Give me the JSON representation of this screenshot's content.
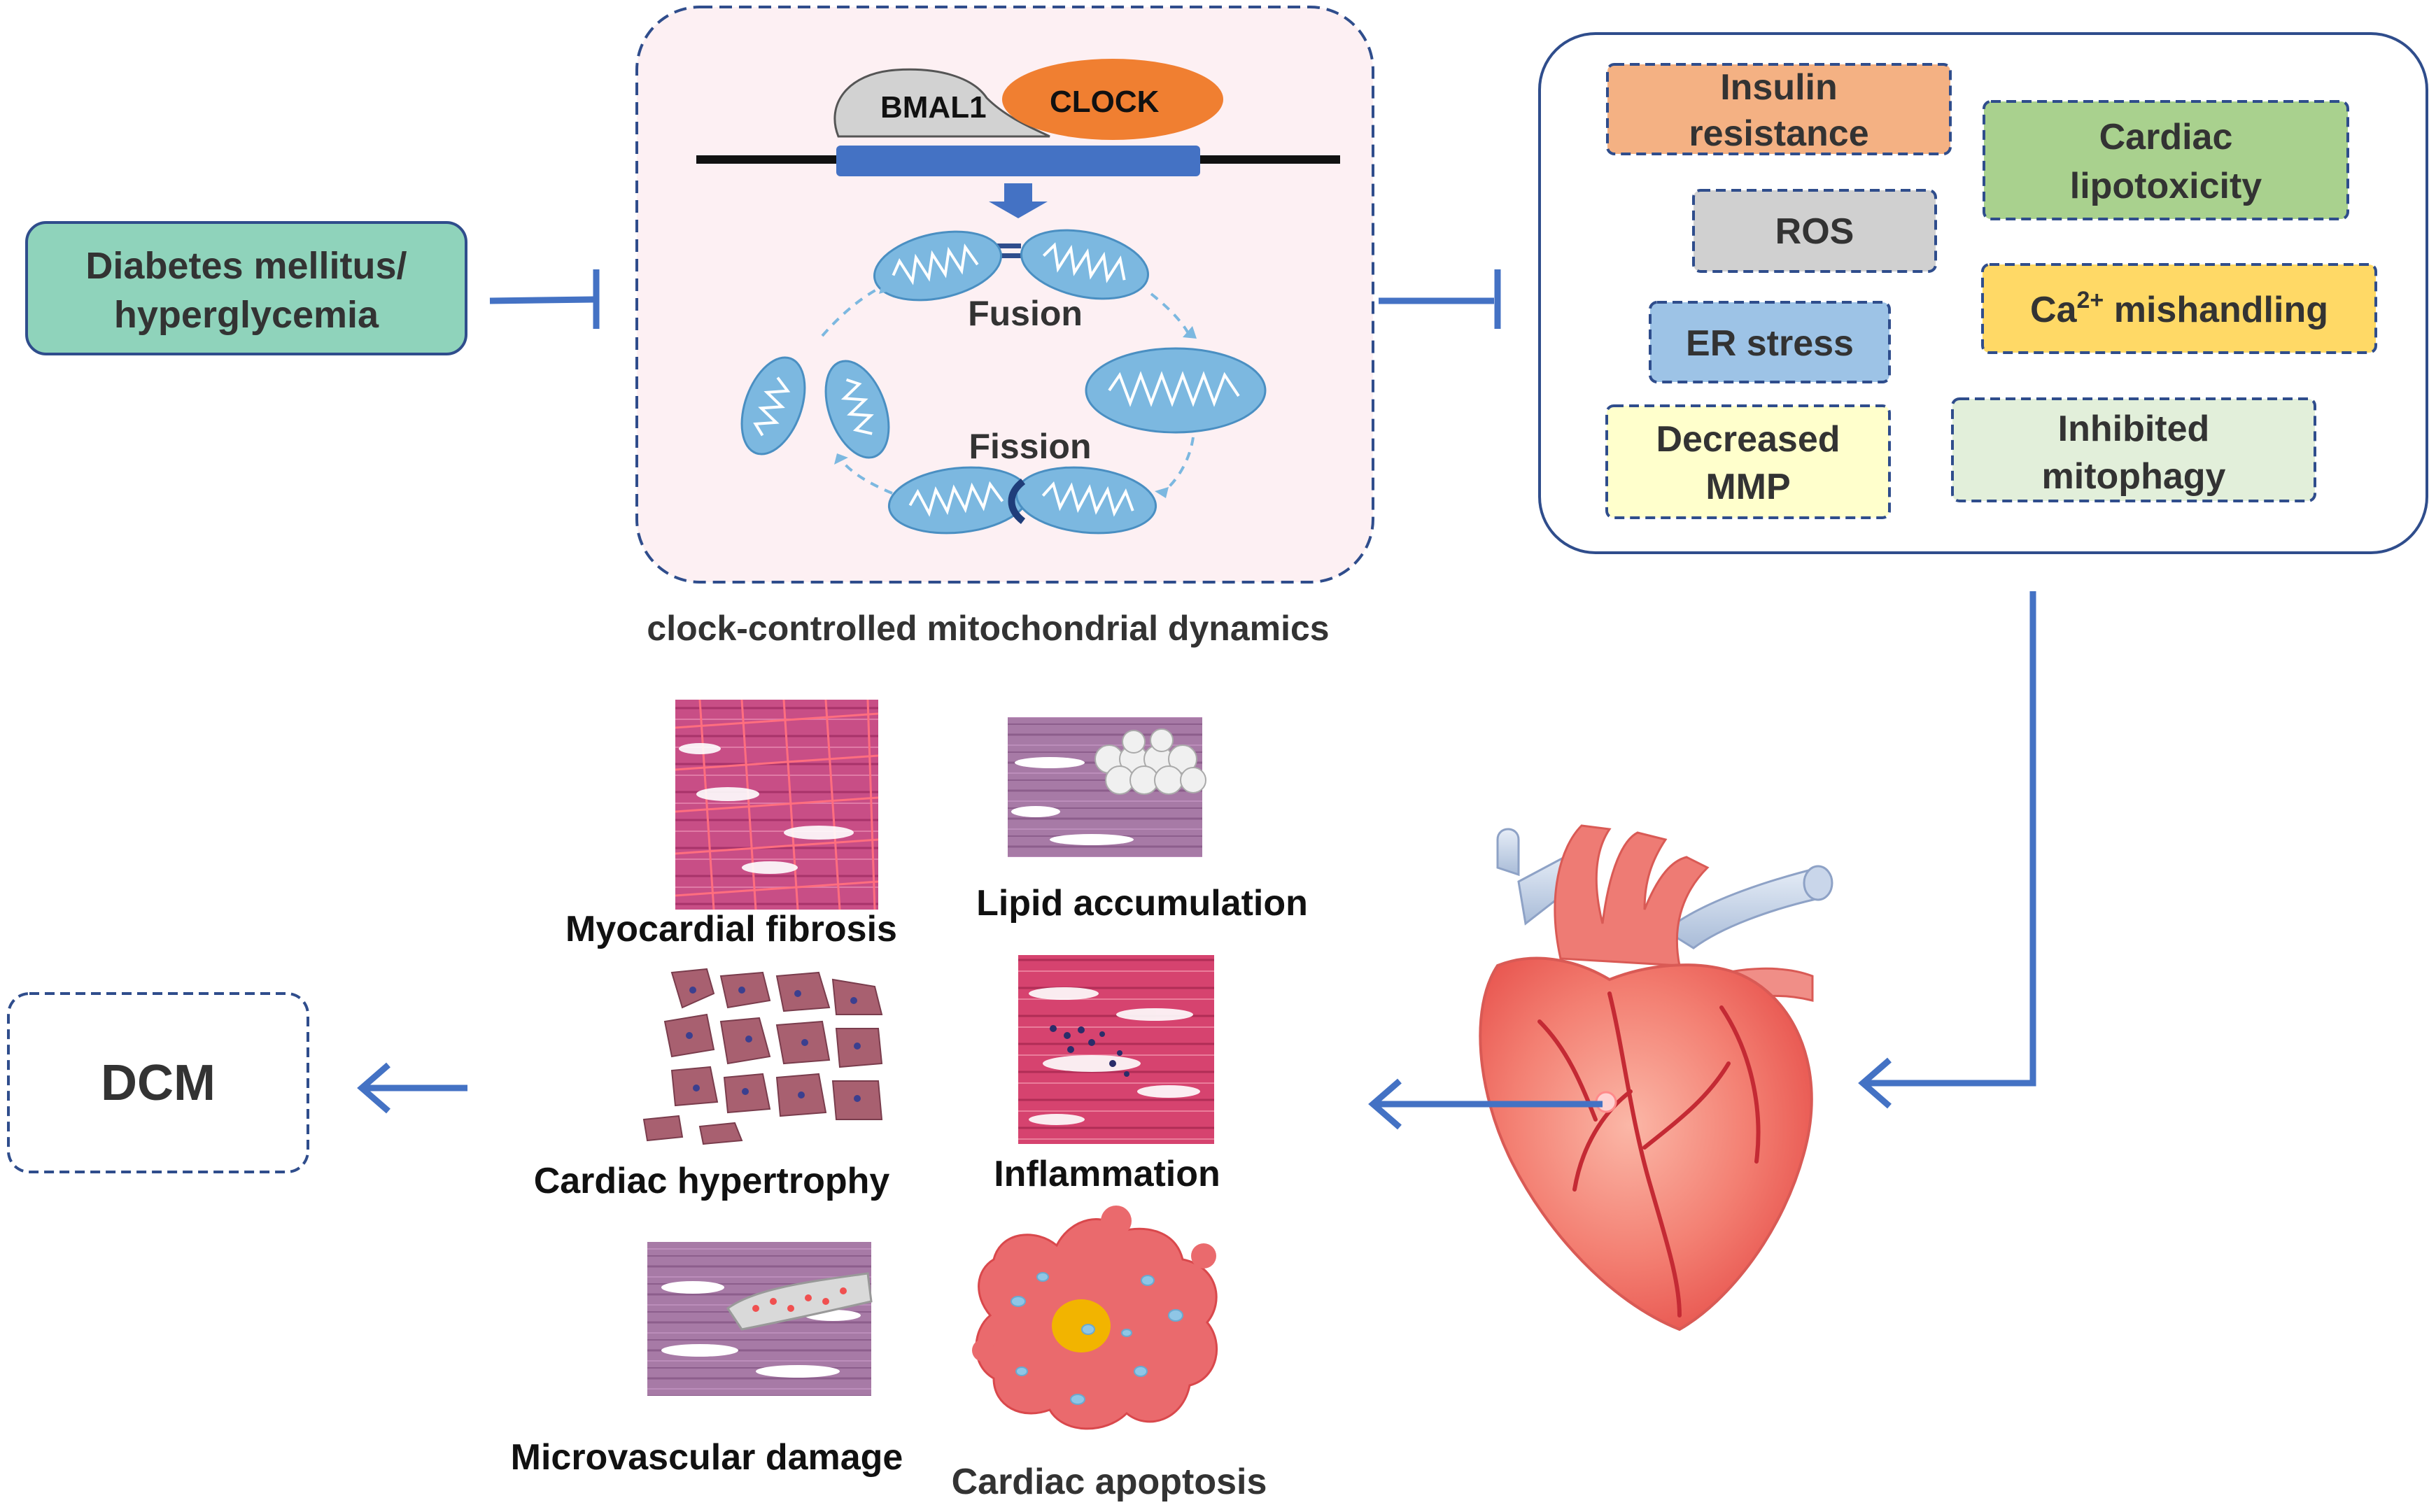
{
  "input_label_line1": "Diabetes mellitus/",
  "input_label_line2": "hyperglycemia",
  "clock_box": {
    "bmal1": "BMAL1",
    "clock": "CLOCK",
    "fusion": "Fusion",
    "fission": "Fission",
    "caption": "clock-controlled mitochondrial dynamics"
  },
  "effects": {
    "insulin_line1": "Insulin",
    "insulin_line2": "resistance",
    "ros": "ROS",
    "er_stress": "ER stress",
    "mmp_line1": "Decreased",
    "mmp_line2": "MMP",
    "lipotox_line1": "Cardiac",
    "lipotox_line2": "lipotoxicity",
    "ca_prefix": "Ca",
    "ca_sup": "2+",
    "ca_suffix": " mishandling",
    "mitophagy_line1": "Inhibited",
    "mitophagy_line2": "mitophagy"
  },
  "pathology": {
    "fibrosis": "Myocardial fibrosis",
    "lipid": "Lipid accumulation",
    "hypertrophy": "Cardiac hypertrophy",
    "inflammation": "Inflammation",
    "microvascular": "Microvascular damage",
    "apoptosis": "Cardiac apoptosis"
  },
  "outcome": "DCM",
  "colors": {
    "arrow_blue": "#4472c4",
    "box_border": "#2f4d8c",
    "input_fill": "#8fd3bb",
    "clock_fill": "#fdf0f3",
    "clock_orange": "#f07f31",
    "bmal_grey": "#d2d2d2",
    "mito_blue": "#7cb8e0",
    "insulin_fill": "#f4b183",
    "ros_fill": "#d0d0d0",
    "er_fill": "#9dc3e6",
    "mmp_fill": "#ffffcc",
    "lipotox_fill": "#a9d18e",
    "ca_fill": "#ffd966",
    "mitophagy_fill": "#e2efda",
    "heart_red": "#f07070"
  }
}
